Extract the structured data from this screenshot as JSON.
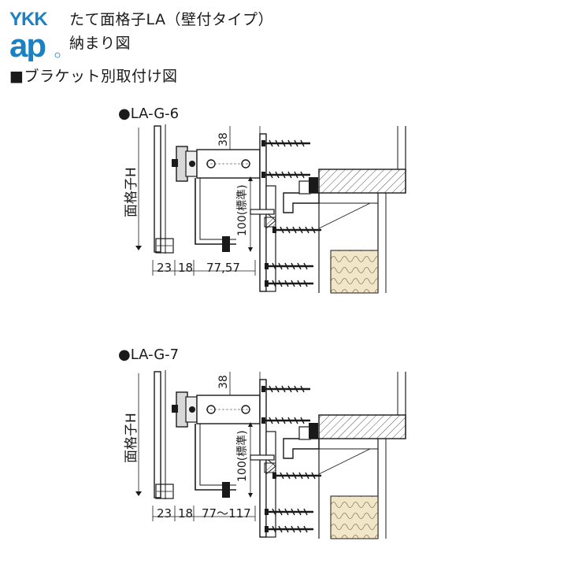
{
  "logo": {
    "brand_line1": "YKK",
    "brand_line2": "ap",
    "brand_color": "#1a82c4"
  },
  "titles": {
    "line1": "たて面格子LA（壁付タイプ）",
    "line2": "納まり図",
    "line3": "■ブラケット別取付け図"
  },
  "diagrams": [
    {
      "label": "●LA-G-6",
      "side_label": "面格子H",
      "dim_top": "38",
      "dim_vertical": "100(標準)",
      "dims_bottom": [
        "23",
        "18",
        "77,57"
      ]
    },
    {
      "label": "●LA-G-7",
      "side_label": "面格子H",
      "dim_top": "38",
      "dim_vertical": "100(標準)",
      "dims_bottom": [
        "23",
        "18",
        "77〜117"
      ]
    }
  ],
  "colors": {
    "line": "#1a1a1a",
    "bracket_fill": "#d8d8d8",
    "insulation": "#f2e6c8",
    "hatch": "#555555"
  }
}
